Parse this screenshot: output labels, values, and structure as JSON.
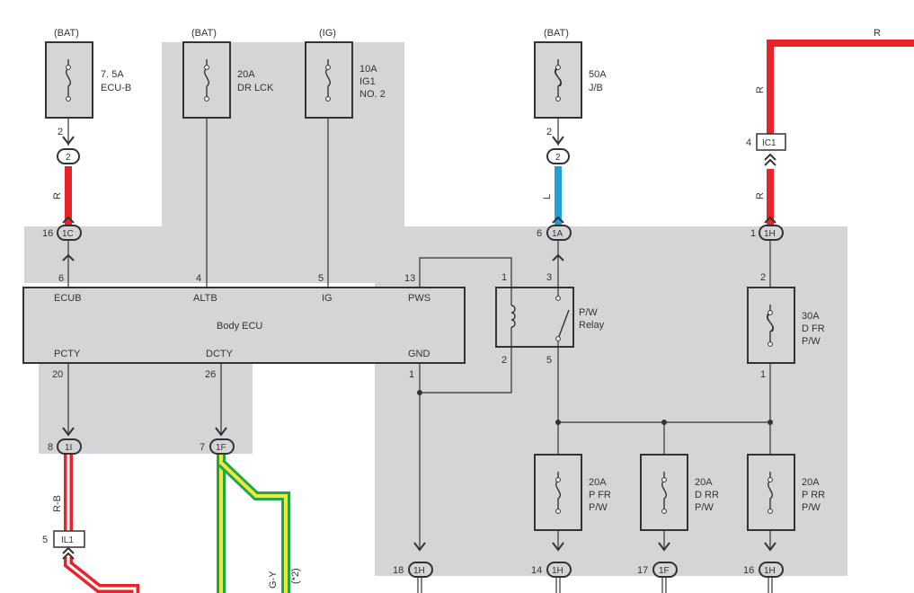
{
  "fuses": [
    {
      "id": "ecu-b",
      "source": "(BAT)",
      "lines": [
        "7. 5A",
        "ECU-B"
      ],
      "pin": "2"
    },
    {
      "id": "dr-lck",
      "source": "(BAT)",
      "lines": [
        "20A",
        "DR LCK"
      ]
    },
    {
      "id": "ig1",
      "source": "(IG)",
      "lines": [
        "10A",
        "IG1",
        "NO. 2"
      ]
    },
    {
      "id": "jb",
      "source": "(BAT)",
      "lines": [
        "50A",
        "J/B"
      ],
      "pin": "2"
    },
    {
      "id": "d-fr",
      "lines": [
        "30A",
        "D FR",
        "P/W"
      ],
      "pin_top": "2",
      "pin_bottom": "1"
    },
    {
      "id": "p-fr",
      "lines": [
        "20A",
        "P FR",
        "P/W"
      ]
    },
    {
      "id": "d-rr",
      "lines": [
        "20A",
        "D RR",
        "P/W"
      ]
    },
    {
      "id": "p-rr",
      "lines": [
        "20A",
        "P RR",
        "P/W"
      ]
    }
  ],
  "ecu": {
    "name": "Body ECU",
    "top_pins": [
      {
        "label": "ECUB",
        "num": "6"
      },
      {
        "label": "ALTB",
        "num": "4"
      },
      {
        "label": "IG",
        "num": "5"
      },
      {
        "label": "PWS",
        "num": "13"
      }
    ],
    "bottom_pins": [
      {
        "label": "PCTY",
        "num": "20"
      },
      {
        "label": "DCTY",
        "num": "26"
      },
      {
        "label": "GND",
        "num": "1"
      }
    ]
  },
  "relay": {
    "lines": [
      "P/W",
      "Relay"
    ],
    "pins": [
      "1",
      "3",
      "2",
      "5"
    ]
  },
  "connectors": [
    {
      "code": "2"
    },
    {
      "code": "2"
    },
    {
      "code": "1C",
      "num": "16"
    },
    {
      "code": "1A",
      "num": "6"
    },
    {
      "code": "1H",
      "num": "1"
    },
    {
      "code": "1I",
      "num": "8"
    },
    {
      "code": "1F",
      "num": "7"
    },
    {
      "code": "1H",
      "num": "18"
    },
    {
      "code": "1H",
      "num": "14"
    },
    {
      "code": "1F",
      "num": "17"
    },
    {
      "code": "1H",
      "num": "16"
    }
  ],
  "boxed_connectors": [
    {
      "code": "IC1",
      "num": "4"
    },
    {
      "code": "IL1",
      "num": "5"
    }
  ],
  "wire_labels": [
    "R",
    "L",
    "R",
    "R",
    "R",
    "R-B",
    "G-Y",
    "(*2)"
  ]
}
